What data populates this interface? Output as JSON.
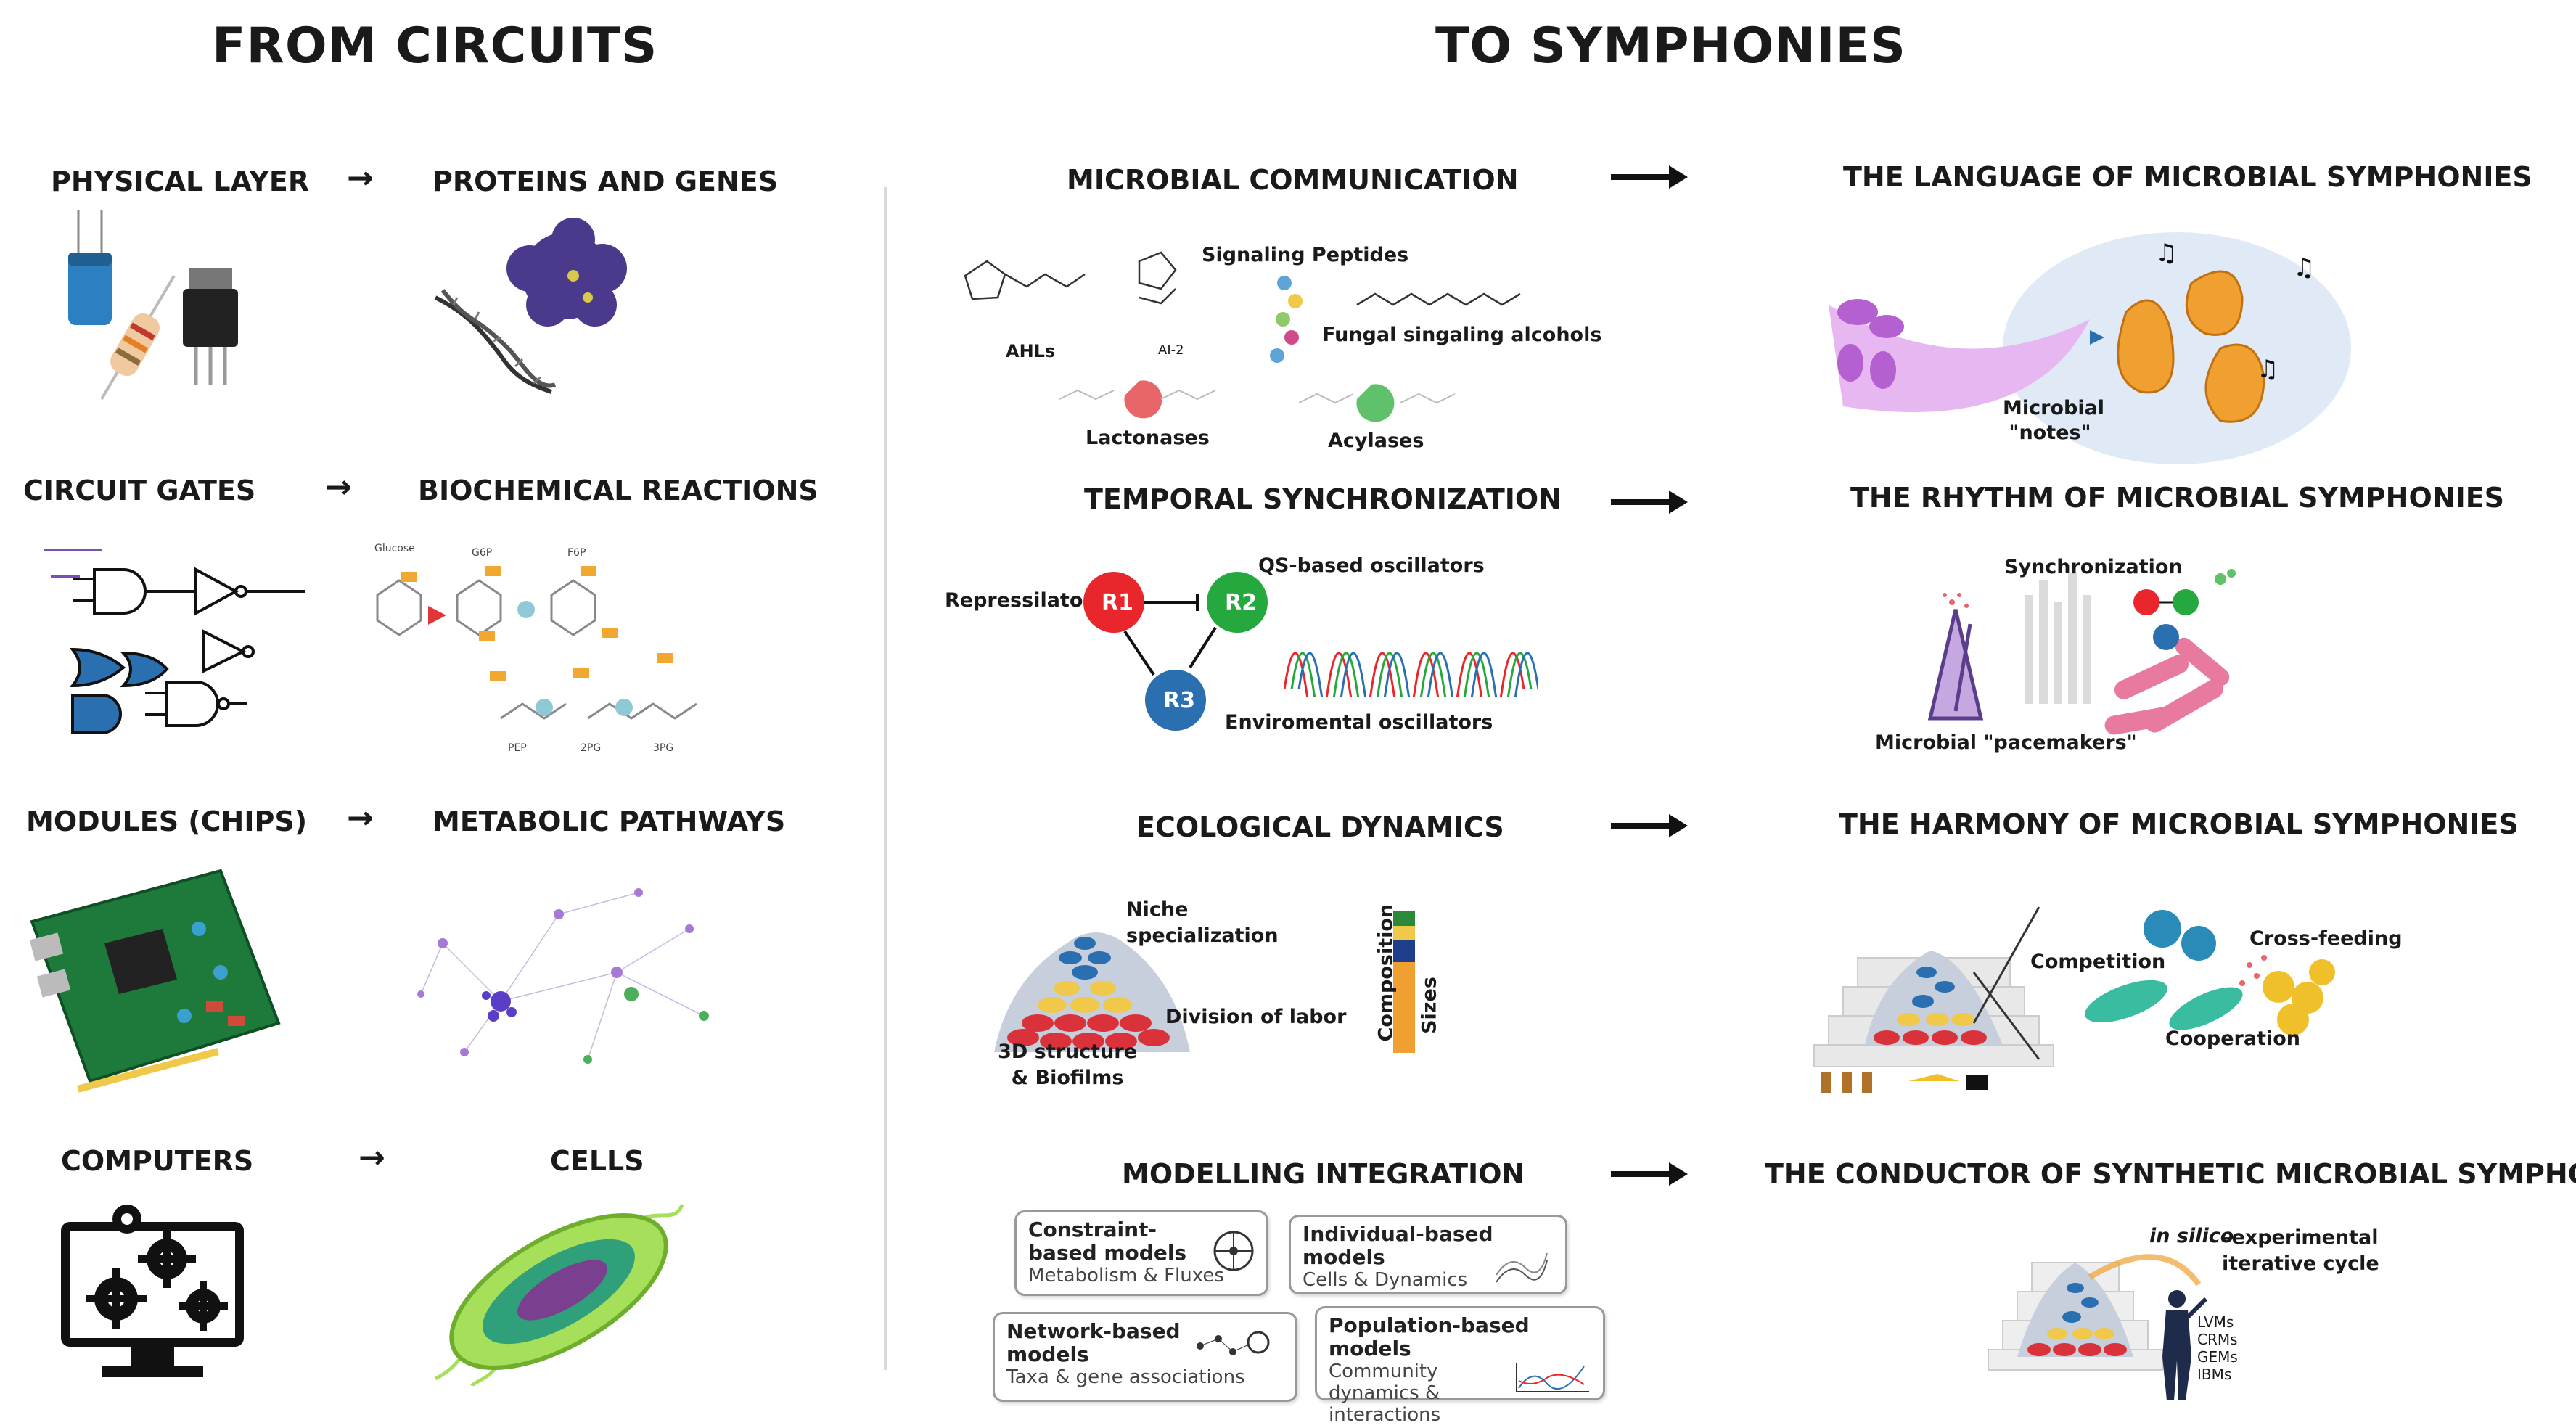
{
  "titles": {
    "left": "FROM CIRCUITS",
    "right": "TO SYMPHONIES"
  },
  "arrow_glyph": "→",
  "left_rows": [
    {
      "from": "PHYSICAL LAYER",
      "to": "PROTEINS AND GENES"
    },
    {
      "from": "CIRCUIT GATES",
      "to": "BIOCHEMICAL REACTIONS"
    },
    {
      "from": "MODULES (CHIPS)",
      "to": "METABOLIC PATHWAYS"
    },
    {
      "from": "COMPUTERS",
      "to": "CELLS"
    }
  ],
  "right_rows": [
    {
      "from": "MICROBIAL COMMUNICATION",
      "to": "THE LANGUAGE OF MICROBIAL SYMPHONIES"
    },
    {
      "from": "TEMPORAL SYNCHRONIZATION",
      "to": "THE RHYTHM OF MICROBIAL SYMPHONIES"
    },
    {
      "from": "ECOLOGICAL DYNAMICS",
      "to": "THE HARMONY OF MICROBIAL SYMPHONIES"
    },
    {
      "from": "MODELLING INTEGRATION",
      "to": "THE CONDUCTOR OF SYNTHETIC MICROBIAL SYMPHONIES"
    }
  ],
  "communication": {
    "ahls": "AHLs",
    "ai2": "AI-2",
    "signaling_peptides": "Signaling Peptides",
    "fungal": "Fungal singaling alcohols",
    "lactonases": "Lactonases",
    "acylases": "Acylases",
    "notes": "Microbial \"notes\""
  },
  "synchronization": {
    "repressilators": "Repressilators",
    "qs_osc": "QS-based oscillators",
    "env_osc": "Enviromental oscillators",
    "r1": "R1",
    "r2": "R2",
    "r3": "R3",
    "sync": "Synchronization",
    "pacemakers": "Microbial \"pacemakers\""
  },
  "ecology": {
    "niche": "Niche specialization",
    "division": "Division of labor",
    "structure": "3D structure & Biofilms",
    "composition": "Composition",
    "sizes": "Sizes",
    "competition": "Competition",
    "crossfeeding": "Cross-feeding",
    "cooperation": "Cooperation"
  },
  "modelling": {
    "boxes": [
      {
        "title": "Constraint-based models",
        "sub": "Metabolism & Fluxes"
      },
      {
        "title": "Individual-based models",
        "sub": "Cells & Dynamics"
      },
      {
        "title": "Network-based models",
        "sub": "Taxa & gene associations"
      },
      {
        "title": "Population-based models",
        "sub": "Community dynamics & interactions"
      }
    ],
    "cycle_italic": "in silico",
    "cycle_rest": "–experimental iterative cycle",
    "model_types": [
      "LVMs",
      "CRMs",
      "GEMs",
      "IBMs"
    ]
  },
  "biochem_labels": [
    "Glucose",
    "G6P",
    "F6P",
    "PEP",
    "2PG",
    "3PG"
  ],
  "colors": {
    "r1": "#e8262b",
    "r2": "#25a83e",
    "r3": "#2a6fb0",
    "dna": "#333333",
    "protein": "#4b3a8c",
    "cell_outer": "#a6e05a",
    "cell_inner": "#7b3f8f"
  }
}
